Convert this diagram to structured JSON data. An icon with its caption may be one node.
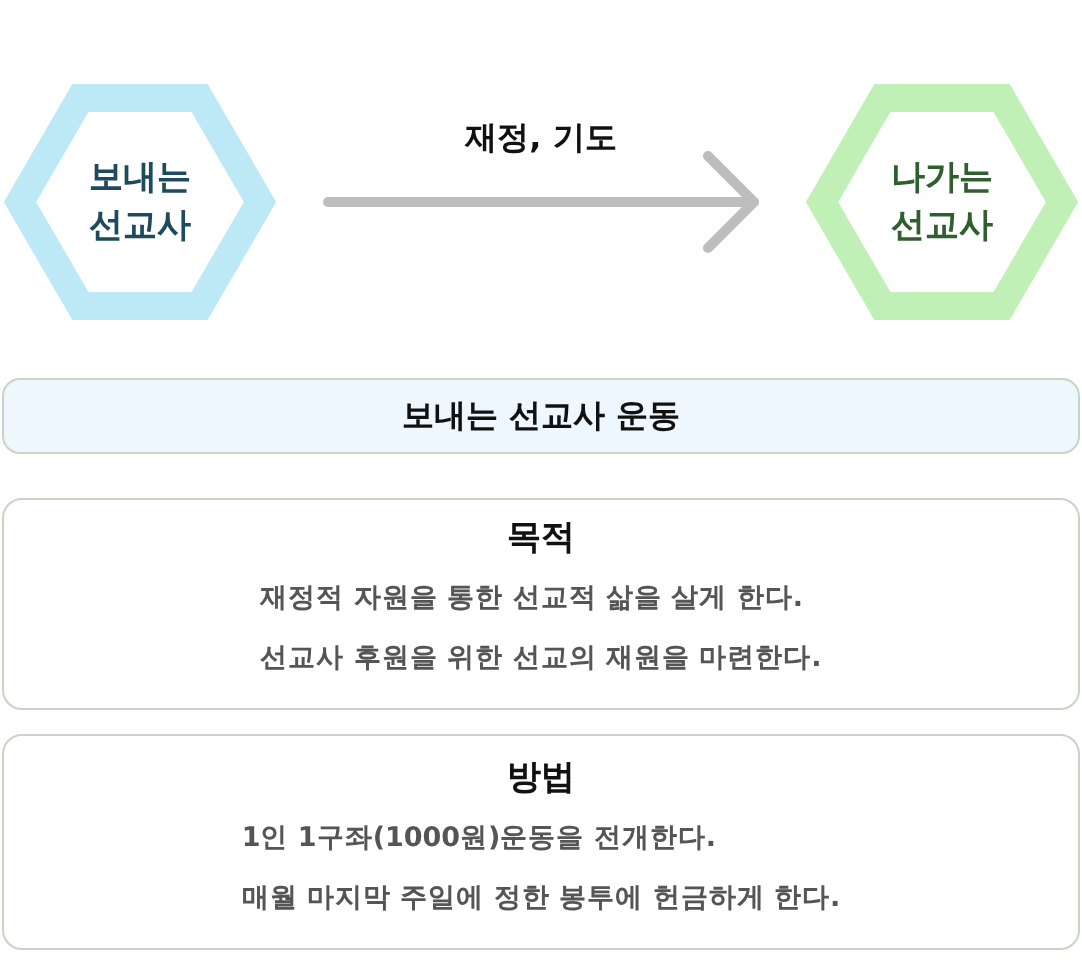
{
  "diagram": {
    "nodes": [
      {
        "text": [
          "보내는 선교사"
        ]
      },
      {
        "text": [
          "나가는 선교사"
        ]
      },
      {
        "text": [
          "보내는 선교사 운동"
        ]
      },
      {
        "text": [
          "목적",
          "재정적 자원을 통한 선교적 삶을 살게 한다.",
          "선교사 후원을 위한 선교의 재원을 마련한다."
        ]
      },
      {
        "text": [
          "방법",
          "1인 1구좌(1000원)운동을 전개한다.",
          "매월 마지막 주일에 정한 봉투에 헌금하게 한다."
        ]
      }
    ],
    "edges": [
      {
        "from": 0,
        "to": 1,
        "arrow": "to",
        "label": "재정, 기도"
      }
    ]
  }
}
